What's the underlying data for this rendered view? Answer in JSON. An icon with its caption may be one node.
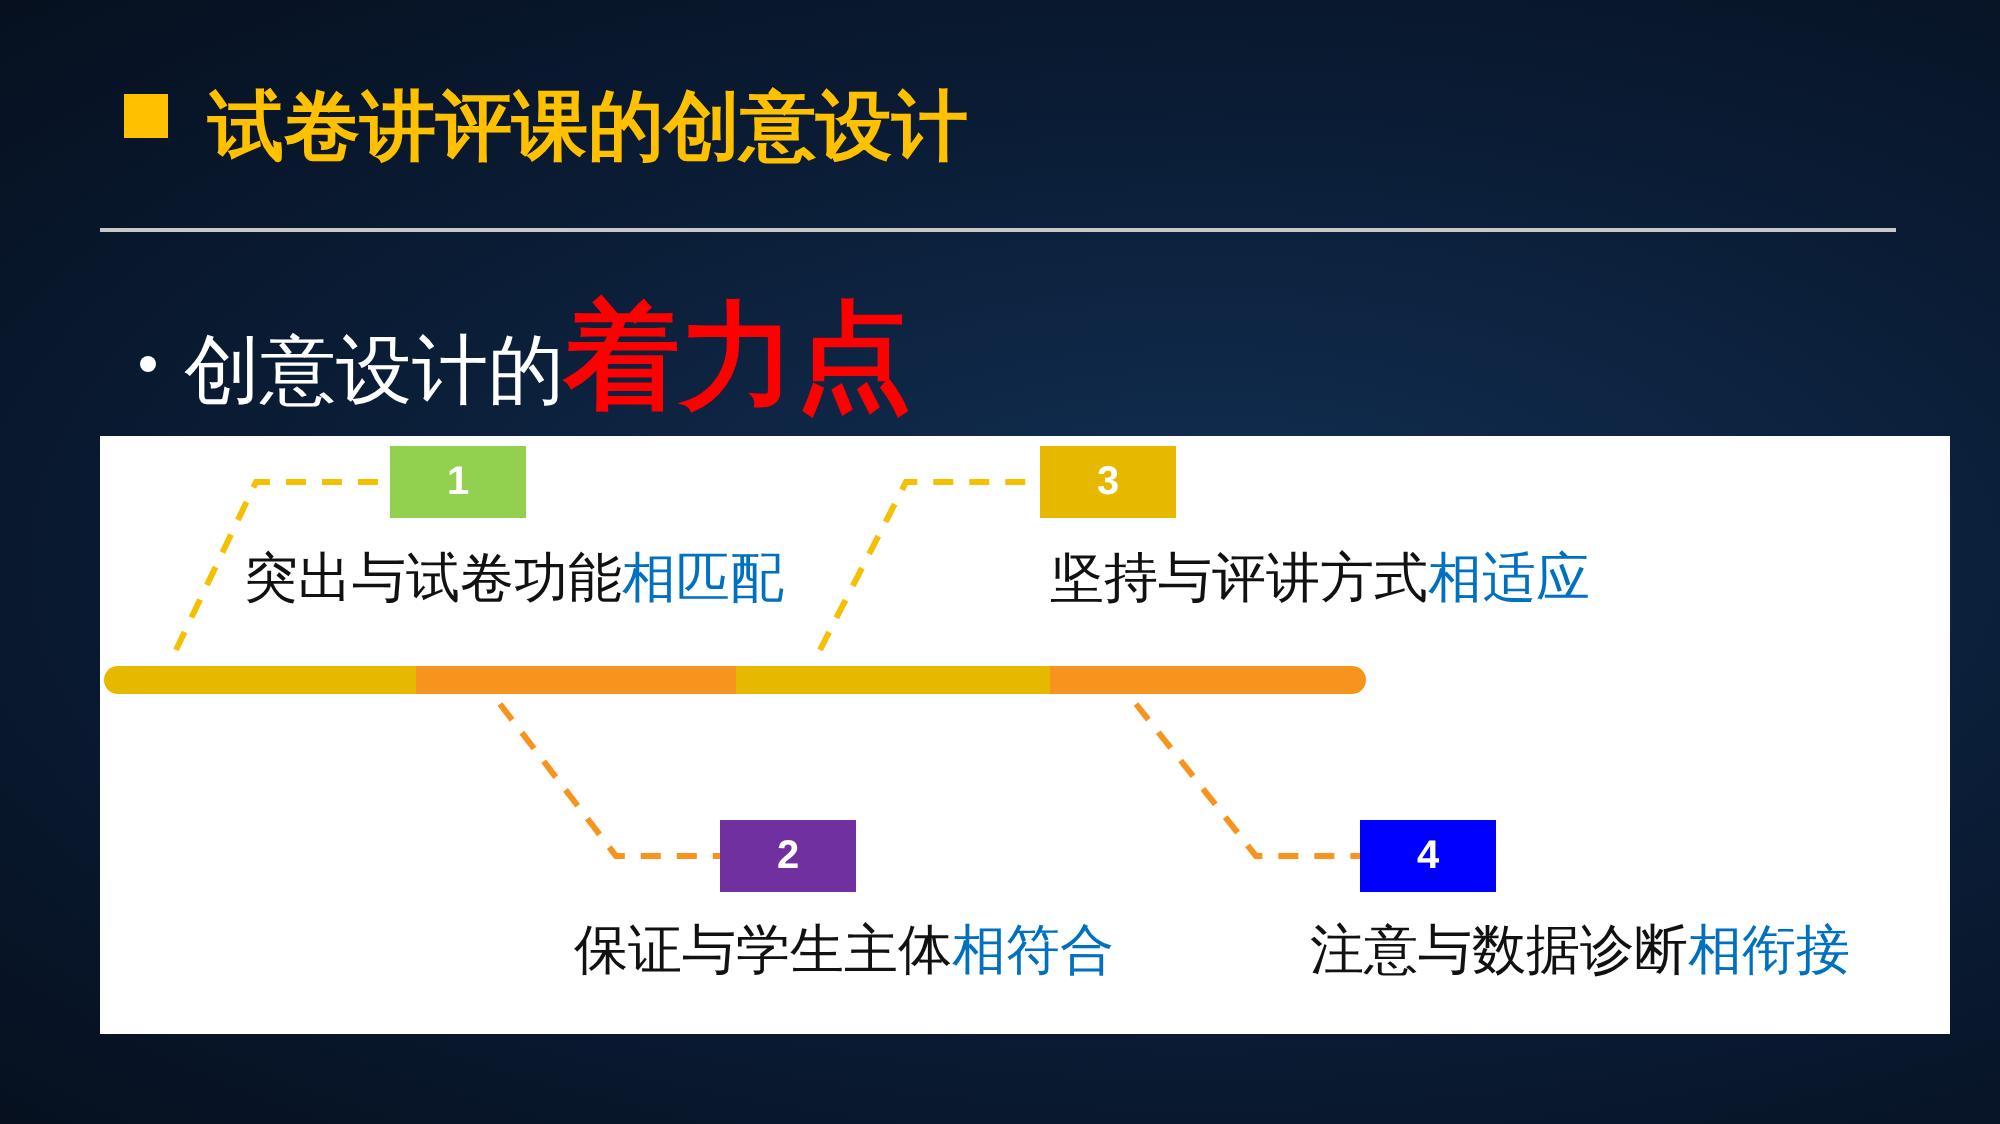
{
  "diagram": {
    "title": "试卷讲评课的创意设计",
    "nodes": [
      {
        "text": [
          "1"
        ],
        "beside": [
          "突出与试卷功能",
          "相匹配"
        ]
      },
      {
        "text": [
          "2"
        ],
        "beside": [
          "保证与学生主体",
          "相符合"
        ]
      },
      {
        "text": [
          "3"
        ],
        "beside": [
          "坚持与评讲方式",
          "相适应"
        ]
      },
      {
        "text": [
          "4"
        ],
        "beside": [
          "注意与数据诊断",
          "相衔接"
        ]
      },
      {
        "text": [],
        "shape": "bar"
      },
      {
        "text": [],
        "shape": "bar"
      },
      {
        "text": [],
        "shape": "bar"
      },
      {
        "text": [],
        "shape": "bar"
      }
    ],
    "edges": [
      {
        "from": 4,
        "to": 0,
        "arrow": "none",
        "style": "dashed",
        "color": "#f5c000"
      },
      {
        "from": 5,
        "to": 1,
        "arrow": "none",
        "style": "dashed",
        "color": "#f7941d"
      },
      {
        "from": 6,
        "to": 2,
        "arrow": "none",
        "style": "dashed",
        "color": "#f5c000"
      },
      {
        "from": 7,
        "to": 3,
        "arrow": "none",
        "style": "dashed",
        "color": "#f7941d"
      }
    ],
    "labels": [
      "创意设计的**着力点**"
    ]
  }
}
